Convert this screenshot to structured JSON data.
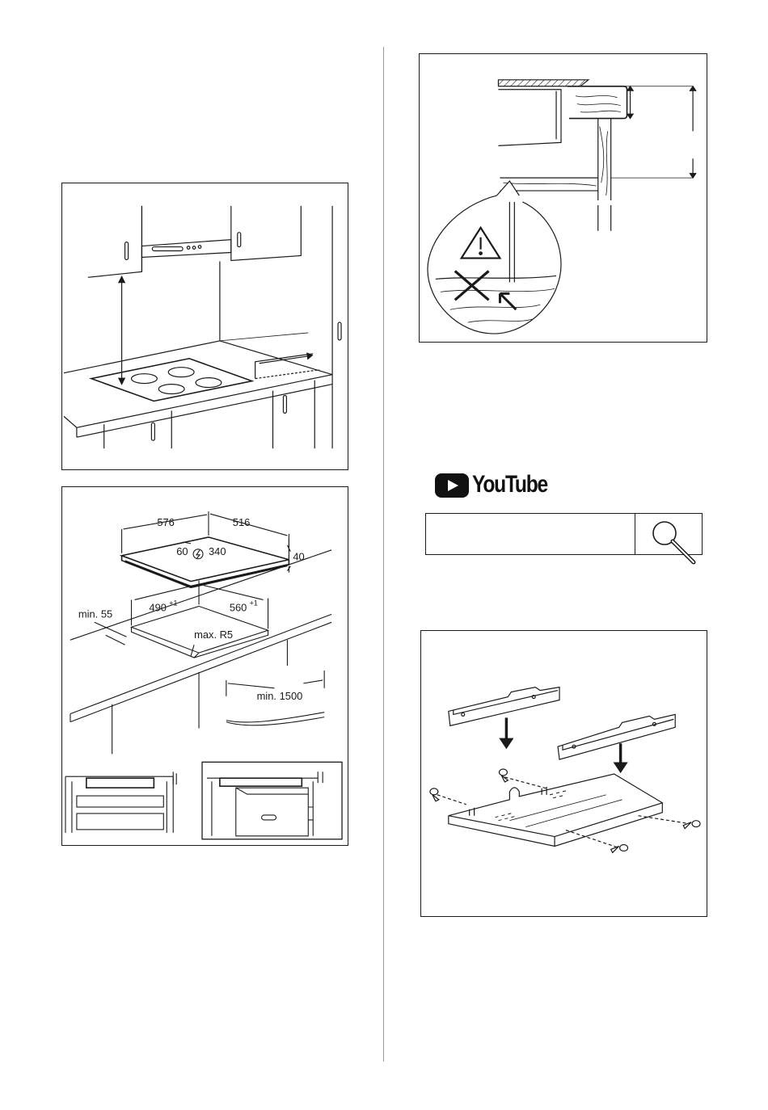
{
  "fig_clearance": {},
  "fig_dimensions": {
    "width_hob": "576",
    "depth_hob": "516",
    "pos_x": "60",
    "pos_y": "340",
    "height_hob": "40",
    "cut_width": "490",
    "cut_width_tol": "+1",
    "cut_depth": "560",
    "cut_depth_tol": "+1",
    "min_edge": "min. 55",
    "radius": "max. R5",
    "cable": "min. 1500"
  },
  "fig_mounting": {},
  "youtube": {
    "logo_text": "YouTube",
    "search_value": ""
  },
  "fig_brackets": {},
  "icons": [
    "power-connection-icon",
    "warning-triangle-icon",
    "cross-icon",
    "magnifier-icon",
    "youtube-play-icon"
  ]
}
